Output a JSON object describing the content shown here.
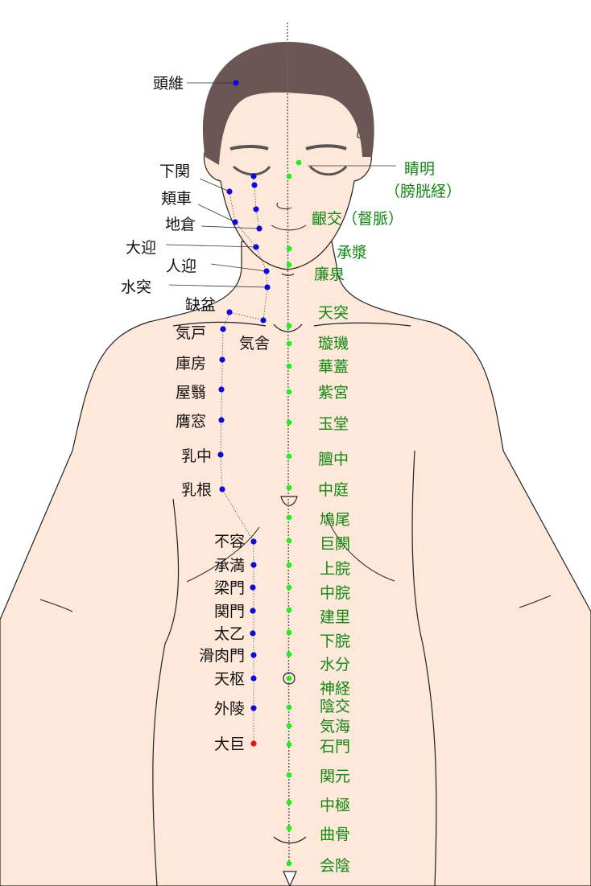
{
  "colors": {
    "skin": "#fde8da",
    "hair": "#6b5555",
    "stomach_point": "#0a0ae0",
    "conception_point": "#22ee22",
    "special_point": "#ee1111",
    "conception_text": "#118811"
  },
  "stomach_meridian": [
    "頭維",
    "下関",
    "頬車",
    "地倉",
    "大迎",
    "人迎",
    "水突",
    "缺盆",
    "気舎",
    "気戸",
    "庫房",
    "屋翳",
    "膺窓",
    "乳中",
    "乳根",
    "不容",
    "承満",
    "梁門",
    "関門",
    "太乙",
    "滑肉門",
    "天枢",
    "外陵",
    "大巨"
  ],
  "conception_vessel": [
    "承漿",
    "廉泉",
    "天突",
    "璇璣",
    "華蓋",
    "紫宮",
    "玉堂",
    "膻中",
    "中庭",
    "鳩尾",
    "巨闕",
    "上脘",
    "中脘",
    "建里",
    "下脘",
    "水分",
    "神経",
    "陰交",
    "気海",
    "石門",
    "関元",
    "中極",
    "曲骨",
    "会陰"
  ],
  "other_points": {
    "jingming": "睛明",
    "jingming_meridian": "（膀胱経）",
    "yinjiao": "齦交（督脈）"
  }
}
